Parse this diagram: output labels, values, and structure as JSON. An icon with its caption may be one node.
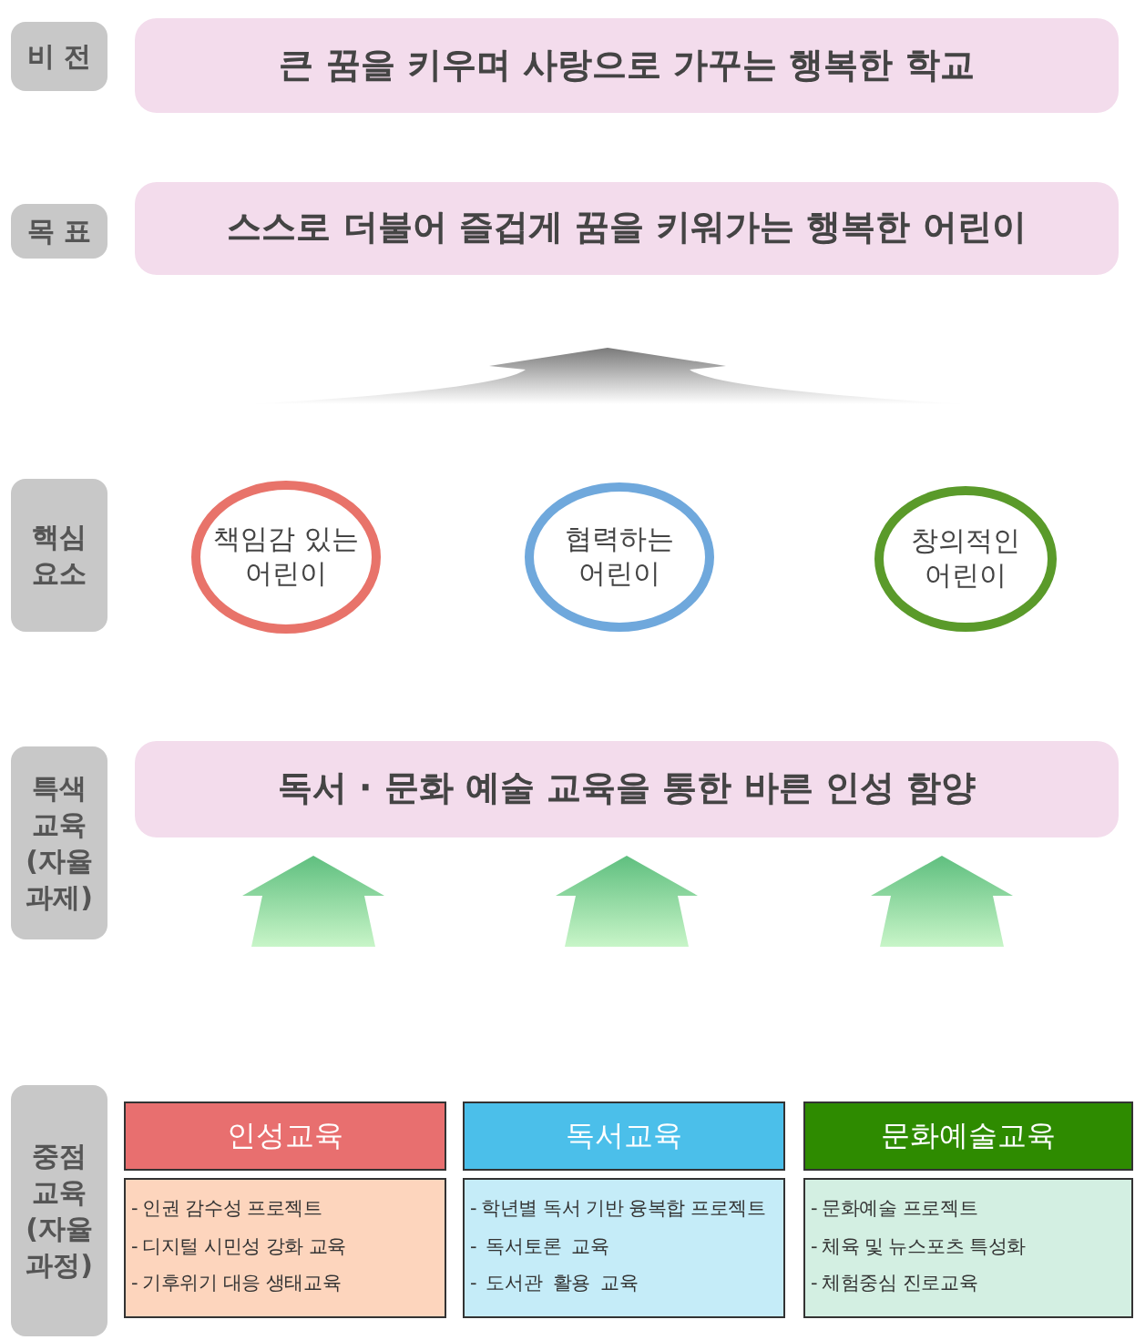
{
  "diagram": {
    "nodes": [
      {
        "text": [
          "비 전"
        ]
      },
      {
        "text": [
          "큰 꿈을 키우며 사랑으로 가꾸는 행복한 학교"
        ]
      },
      {
        "text": [
          "목 표"
        ]
      },
      {
        "text": [
          "스스로 더불어 즐겁게 꿈을 키워가는 행복한 어린이"
        ]
      },
      {
        "text": [
          "핵심 요소"
        ]
      },
      {
        "text": [
          "책임감 있는 어린이"
        ]
      },
      {
        "text": [
          "협력하는 어린이"
        ]
      },
      {
        "text": [
          "창의적인 어린이"
        ]
      },
      {
        "text": [
          "특색 교육 (자율 과제)"
        ]
      },
      {
        "text": [
          "독서 · 문화 예술 교육을 통한 바른 인성 함양"
        ]
      },
      {
        "text": [
          "중점 교육 (자율 과정)"
        ]
      },
      {
        "text": [
          "인성교육"
        ]
      },
      {
        "text": [
          "독서교육"
        ]
      },
      {
        "text": [
          "문화예술교육"
        ]
      },
      {
        "text": [
          "- 인권 감수성 프로젝트",
          "- 디지털 시민성 강화 교육",
          "- 기후위기 대응 생태교육"
        ]
      },
      {
        "text": [
          "- 학년별 독서 기반 융복합 프로젝트",
          "-  독서토론  교육",
          "-  도서관  활용  교육"
        ]
      },
      {
        "text": [
          "- 문화예술 프로젝트",
          "- 체육 및 뉴스포츠 특성화",
          "- 체험중심 진로교육"
        ]
      }
    ],
    "edges": [
      {
        "from": 5,
        "to": 3,
        "arrow": "to"
      },
      {
        "from": 6,
        "to": 3,
        "arrow": "to"
      },
      {
        "from": 7,
        "to": 3,
        "arrow": "to"
      },
      {
        "from": null,
        "to": 9,
        "arrow": "to",
        "color": "#5fbf7f"
      },
      {
        "from": null,
        "to": 9,
        "arrow": "to",
        "color": "#5fbf7f"
      },
      {
        "from": null,
        "to": 9,
        "arrow": "to",
        "color": "#5fbf7f"
      }
    ]
  }
}
